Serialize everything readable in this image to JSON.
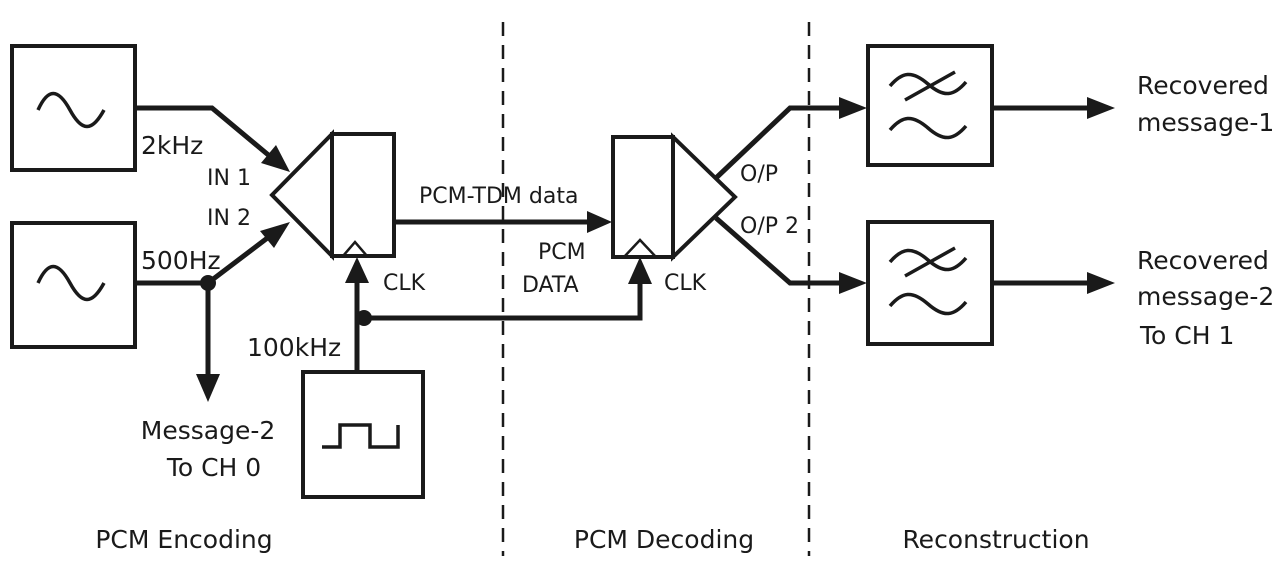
{
  "sections": {
    "encoding": "PCM Encoding",
    "decoding": "PCM Decoding",
    "reconstruction": "Reconstruction"
  },
  "encoder": {
    "freq_1": "2kHz",
    "freq_2": "500Hz",
    "in_1": "IN 1",
    "in_2": "IN 2",
    "clk": "CLK",
    "clock_freq": "100kHz",
    "tap_line_1": "Message-2",
    "tap_line_2": "To CH 0"
  },
  "link": {
    "data_label": "PCM-TDM data"
  },
  "decoder": {
    "input_line_1": "PCM",
    "input_line_2": "DATA",
    "clk": "CLK",
    "out_1": "O/P",
    "out_2": "O/P 2"
  },
  "outputs": {
    "out1_line_1": "Recovered",
    "out1_line_2": "message-1",
    "out2_line_1": "Recovered",
    "out2_line_2": "message-2",
    "out2_line_3": "To CH 1"
  },
  "icons": {
    "generators": "sine-wave-icon",
    "clock": "square-wave-icon",
    "filters": "low-pass-filter-icon"
  }
}
